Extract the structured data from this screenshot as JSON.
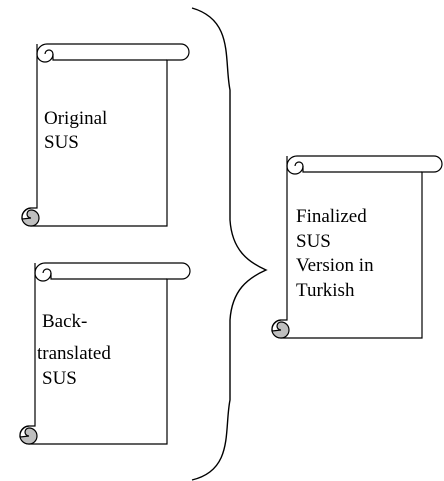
{
  "scrolls": {
    "original": {
      "lines": [
        "Original",
        "SUS"
      ]
    },
    "back_translated": {
      "lines": [
        "Back-",
        "translated",
        "SUS"
      ]
    },
    "finalized": {
      "lines": [
        "Finalized",
        "SUS",
        "Version in",
        "Turkish"
      ]
    }
  },
  "colors": {
    "stroke": "#000000",
    "background": "#ffffff"
  }
}
